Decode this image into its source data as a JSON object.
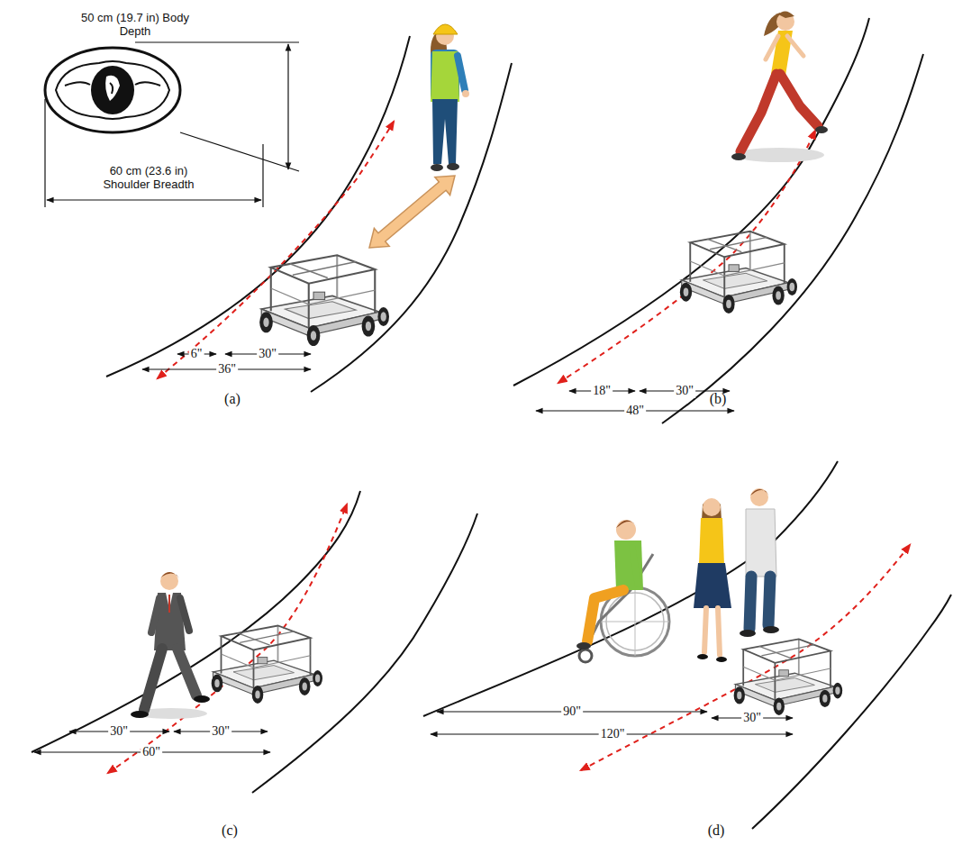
{
  "diagram": {
    "labels": [
      "50 cm (19.7 in) Body Depth",
      "60 cm (23.6 in) Shoulder Breadth",
      "6\"",
      "30\"",
      "36\"",
      "(a)",
      "18\"",
      "30\"",
      "48\"",
      "(b)",
      "30\"",
      "30\"",
      "60\"",
      "(c)",
      "90\"",
      "30\"",
      "120\"",
      "(d)"
    ]
  }
}
